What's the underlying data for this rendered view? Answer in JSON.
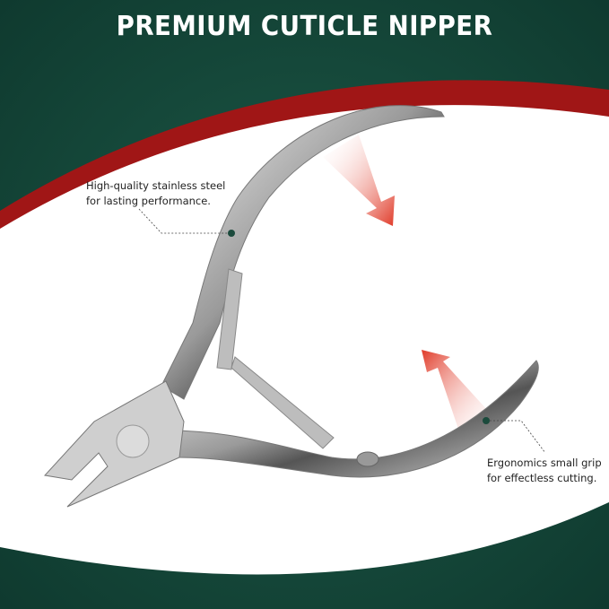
{
  "title": "PREMIUM CUTICLE NIPPER",
  "callouts": [
    {
      "line1": "High-quality stainless steel",
      "line2": "for lasting performance."
    },
    {
      "line1": "Ergonomics small grip",
      "line2": "for effectless cutting."
    }
  ],
  "colors": {
    "background": "#14473a",
    "accent": "#a01616",
    "arrow": "#e8402e",
    "dot": "#1b4a3c"
  }
}
